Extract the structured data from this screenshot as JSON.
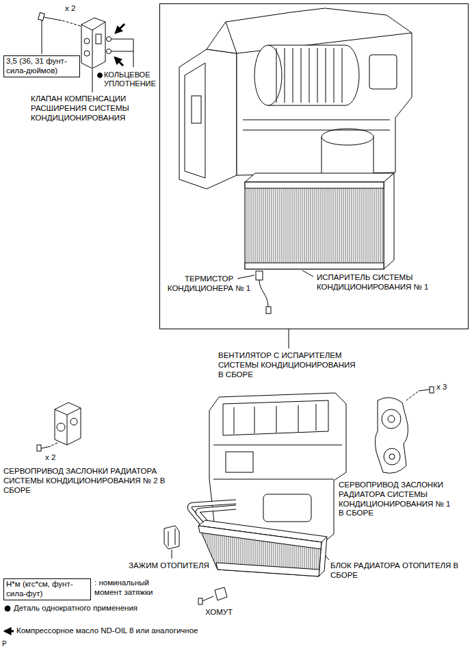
{
  "diagram": {
    "nodes": [
      {
        "text": [
          "3,5 (36, 31 фунт-сила-дюймов)"
        ]
      },
      {
        "text": [
          "ТЕРМИСТОР КОНДИЦИОНЕРА № 1",
          "ИСПАРИТЕЛЬ СИСТЕМЫ КОНДИЦИОНИРОВАНИЯ № 1",
          "ВЕНТИЛЯТОР С ИСПАРИТЕЛЕМ СИСТЕМЫ КОНДИЦИОНИРОВАНИЯ В СБОРЕ"
        ]
      },
      {
        "text": [
          "Н*м (кгс*см, фунт-сила-фут)"
        ]
      }
    ],
    "labels": [
      "x 2",
      "КОЛЬЦЕВОЕ УПЛОТНЕНИЕ",
      "КЛАПАН КОМПЕНСАЦИИ РАСШИРЕНИЯ СИСТЕМЫ КОНДИЦИОНИРОВАНИЯ",
      "x 3",
      "x 2",
      "СЕРВОПРИВОД ЗАСЛОНКИ РАДИАТОРА СИСТЕМЫ КОНДИЦИОНИРОВАНИЯ № 2 В СБОРЕ",
      "СЕРВОПРИВОД ЗАСЛОНКИ РАДИАТОРА СИСТЕМЫ КОНДИЦИОНИРОВАНИЯ № 1 В СБОРЕ",
      "ЗАЖИМ ОТОПИТЕЛЯ",
      "БЛОК РАДИАТОРА ОТОПИТЕЛЯ В СБОРЕ",
      "ХОМУТ",
      "P"
    ],
    "legend": [
      {
        "text": ": номинальный момент затяжки"
      },
      {
        "text": "Деталь однократного применения"
      },
      {
        "text": "Компрессорное масло ND-OIL 8 или аналогичное"
      }
    ]
  }
}
